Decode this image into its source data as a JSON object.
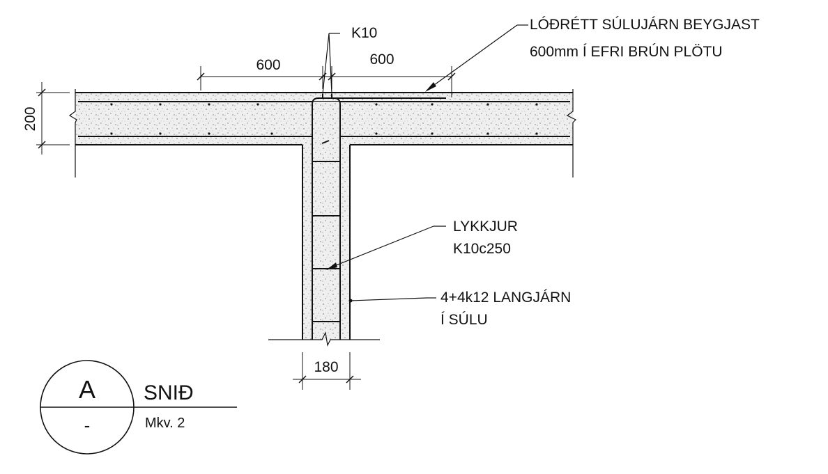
{
  "drawing": {
    "dimensions": {
      "left_overlap": "600",
      "right_overlap": "600",
      "slab_thickness": "200",
      "column_width": "180"
    },
    "callouts": {
      "bar_label": "K10",
      "vertical_bars_line1": "LÓÐRÉTT SÚLUJÁRN BEYGJAST",
      "vertical_bars_line2": "600mm Í EFRI BRÚN PLÖTU",
      "ties_line1": "LYKKJUR",
      "ties_line2": "K10c250",
      "long_bars_line1": "4+4k12 LANGJÁRN",
      "long_bars_line2": "Í SÚLU"
    },
    "section_mark": {
      "letter": "A",
      "sheet": "-",
      "title": "SNIÐ",
      "scale": "Mkv. 2"
    }
  }
}
